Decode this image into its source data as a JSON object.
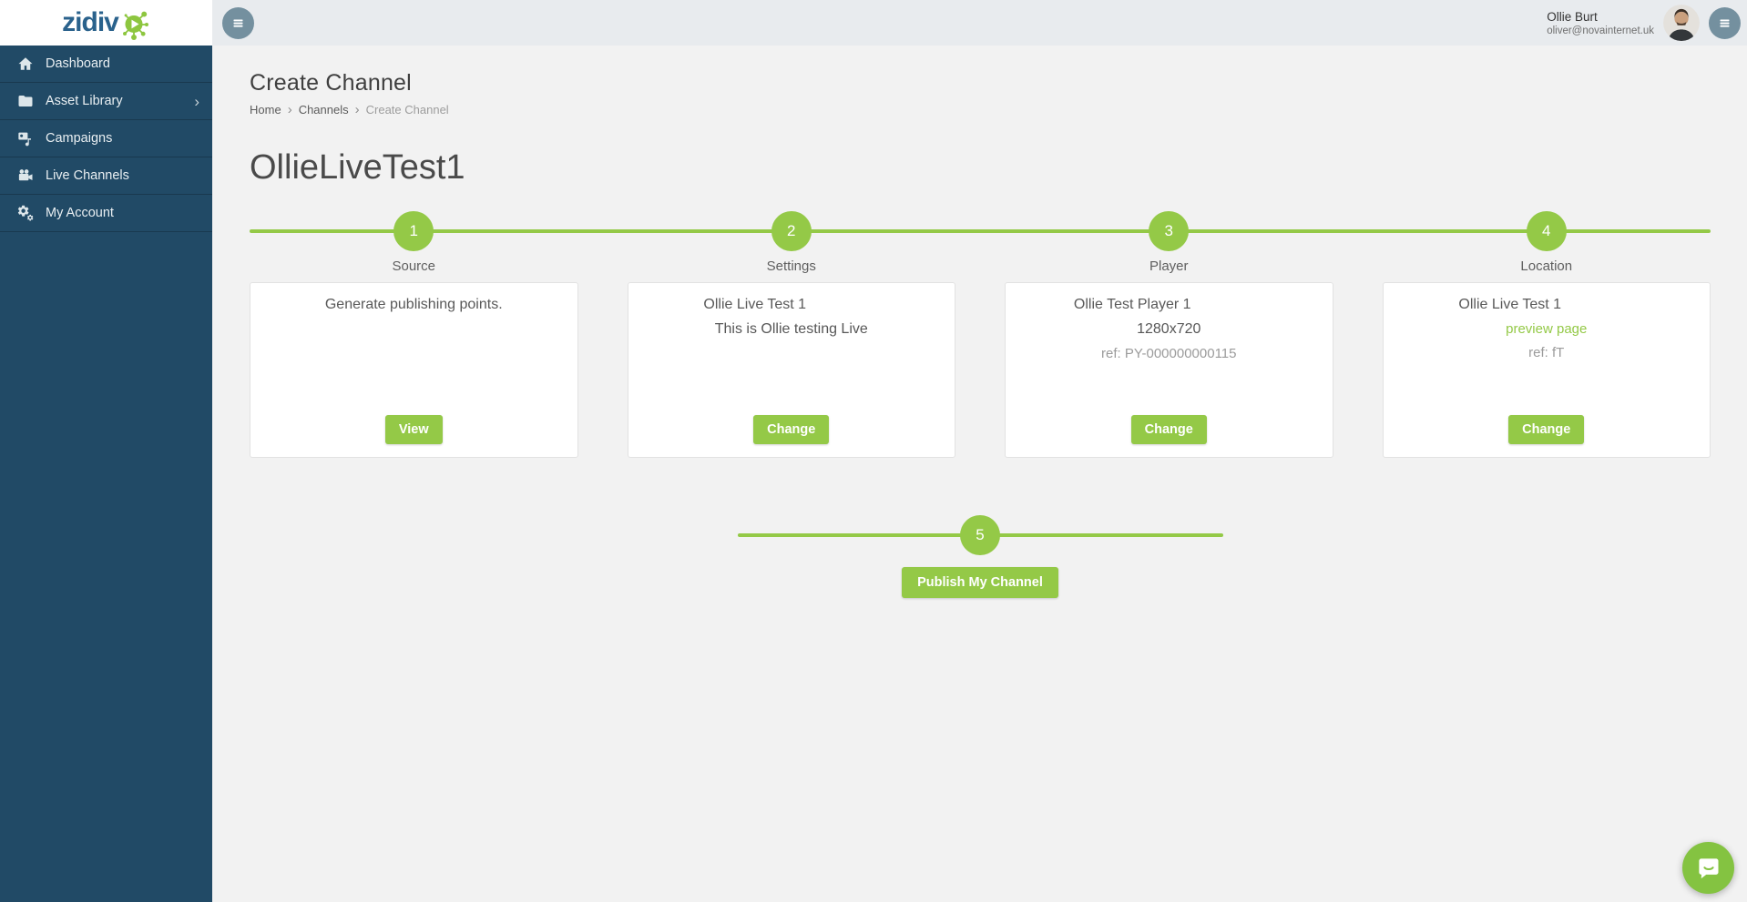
{
  "colors": {
    "accent-green": "#94c947",
    "accent-green-dark": "#84c341",
    "sidebar-bg": "#214a66",
    "logo-blue": "#2a628c",
    "topbar-bg": "#e8ebee",
    "content-bg": "#f2f2f2",
    "round-btn-bg": "#74909f"
  },
  "brand": {
    "logo_text": "zidiv",
    "logo_icon": "hub-play-icon"
  },
  "topbar": {
    "menu_icon": "menu-icon",
    "user_name": "Ollie Burt",
    "user_email": "oliver@novainternet.uk",
    "avatar_icon": "user-photo"
  },
  "sidebar": {
    "items": [
      {
        "label": "Dashboard",
        "icon": "home-icon"
      },
      {
        "label": "Asset Library",
        "icon": "folder-icon",
        "has_submenu": true
      },
      {
        "label": "Campaigns",
        "icon": "media-icon"
      },
      {
        "label": "Live Channels",
        "icon": "videocam-icon"
      },
      {
        "label": "My Account",
        "icon": "gears-icon"
      }
    ]
  },
  "page": {
    "title": "Create Channel",
    "breadcrumb": [
      "Home",
      "Channels",
      "Create Channel"
    ],
    "channel_name": "OllieLiveTest1"
  },
  "steps": [
    {
      "number": "1",
      "label": "Source",
      "card": {
        "lines": [
          {
            "text": "Generate publishing points.",
            "style": "center"
          }
        ],
        "button": "View"
      }
    },
    {
      "number": "2",
      "label": "Settings",
      "card": {
        "lines": [
          {
            "text": "Ollie Live Test 1",
            "style": "title"
          },
          {
            "text": "This is Ollie testing Live",
            "style": "normal"
          }
        ],
        "button": "Change"
      }
    },
    {
      "number": "3",
      "label": "Player",
      "card": {
        "lines": [
          {
            "text": "Ollie Test Player 1",
            "style": "title"
          },
          {
            "text": "1280x720",
            "style": "normal"
          },
          {
            "text": "ref: PY-000000000115",
            "style": "muted"
          }
        ],
        "button": "Change"
      }
    },
    {
      "number": "4",
      "label": "Location",
      "card": {
        "lines": [
          {
            "text": "Ollie Live Test 1",
            "style": "title"
          },
          {
            "text": "preview page",
            "style": "link"
          },
          {
            "text": "ref: fT",
            "style": "muted"
          }
        ],
        "button": "Change"
      }
    }
  ],
  "publish": {
    "number": "5",
    "button_label": "Publish My Channel"
  },
  "chat": {
    "icon": "chat-bubble-icon"
  }
}
